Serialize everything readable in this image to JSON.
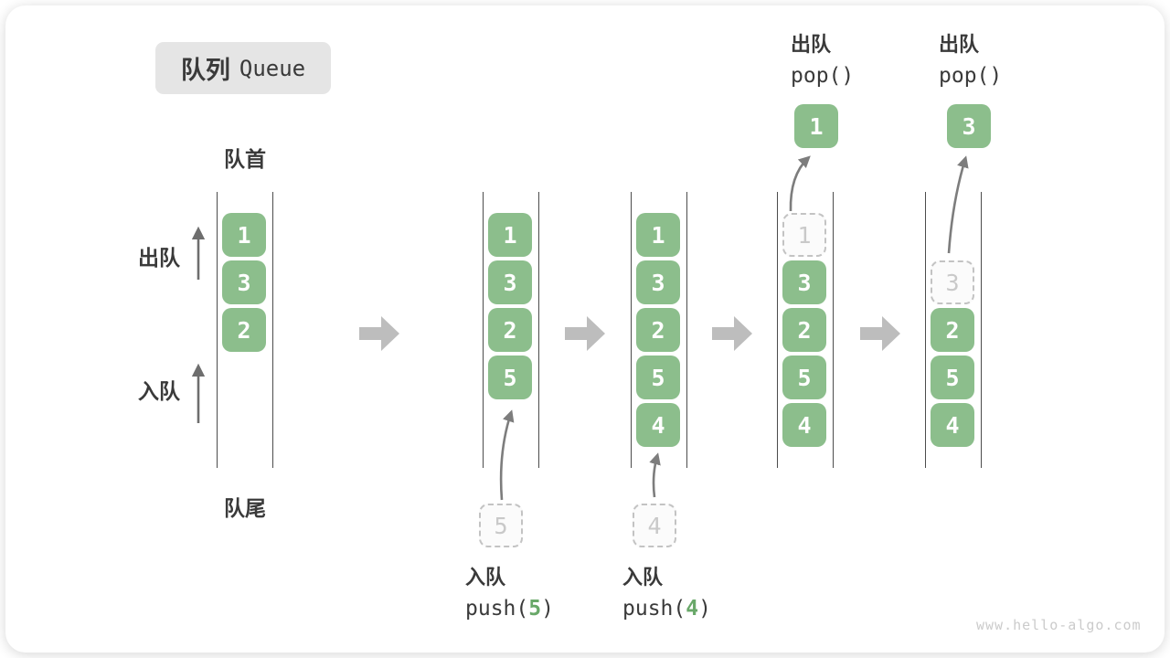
{
  "title": {
    "zh": "队列",
    "en": "Queue"
  },
  "side_labels": {
    "front": "队首",
    "rear": "队尾",
    "dequeue": "出队",
    "enqueue": "入队"
  },
  "states": [
    {
      "slots": [
        {
          "v": "1"
        },
        {
          "v": "3"
        },
        {
          "v": "2"
        }
      ]
    },
    {
      "slots": [
        {
          "v": "1"
        },
        {
          "v": "3"
        },
        {
          "v": "2"
        },
        {
          "v": "5"
        }
      ]
    },
    {
      "slots": [
        {
          "v": "1"
        },
        {
          "v": "3"
        },
        {
          "v": "2"
        },
        {
          "v": "5"
        },
        {
          "v": "4"
        }
      ]
    },
    {
      "slots": [
        {
          "v": "1",
          "dashed": true
        },
        {
          "v": "3"
        },
        {
          "v": "2"
        },
        {
          "v": "5"
        },
        {
          "v": "4"
        }
      ]
    },
    {
      "slots": [
        {
          "v": "3",
          "dashed": true
        },
        {
          "v": "2"
        },
        {
          "v": "5"
        },
        {
          "v": "4"
        }
      ]
    }
  ],
  "push_ops": [
    {
      "label": "入队",
      "fn_open": "push(",
      "arg": "5",
      "fn_close": ")",
      "staged": "5"
    },
    {
      "label": "入队",
      "fn_open": "push(",
      "arg": "4",
      "fn_close": ")",
      "staged": "4"
    }
  ],
  "pop_ops": [
    {
      "label": "出队",
      "fn": "pop()",
      "value": "1"
    },
    {
      "label": "出队",
      "fn": "pop()",
      "value": "3"
    }
  ],
  "watermark": "www.hello-algo.com",
  "colors": {
    "box_green": "#8cbe8c",
    "arg_green": "#69a869",
    "block_arrow": "#bdbdbd",
    "rail": "#4c4c4c",
    "thin_arrow": "#7d7d7d",
    "dashed_border": "#c3c3c3",
    "text": "#3a3a3a",
    "title_bg": "#e5e5e5",
    "watermark": "#cbcbcb"
  }
}
